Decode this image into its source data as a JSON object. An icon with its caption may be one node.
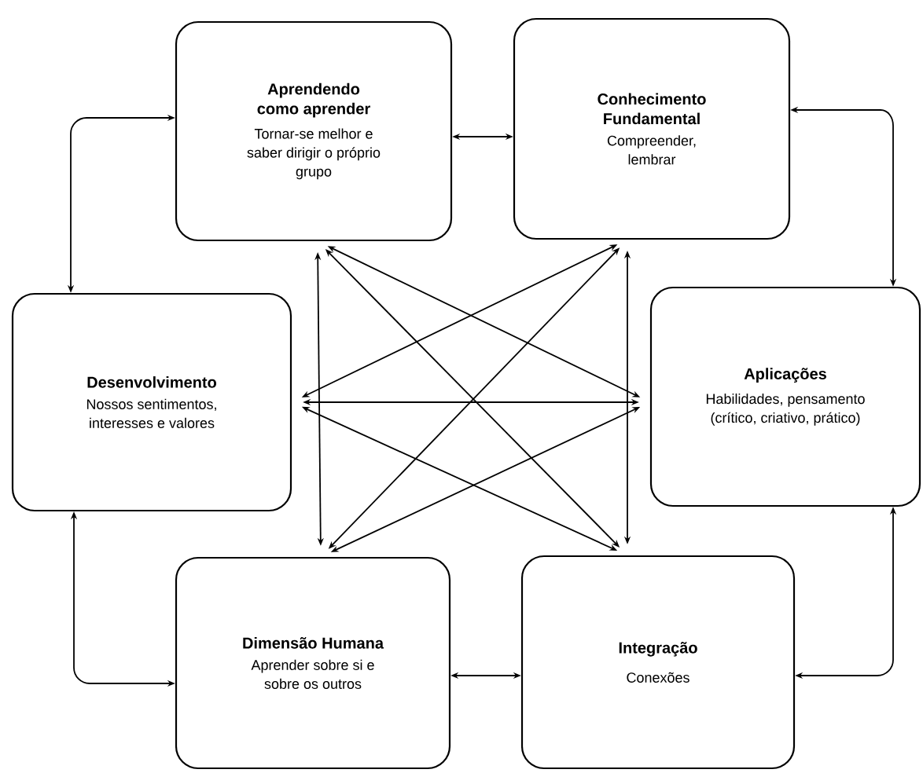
{
  "diagram": {
    "nodes": [
      {
        "text": [
          "Aprendendo como aprender",
          "Tornar-se melhor e saber dirigir o próprio grupo"
        ]
      },
      {
        "text": [
          "Conhecimento Fundamental",
          "Compreender, lembrar"
        ]
      },
      {
        "text": [
          "Desenvolvimento",
          "Nossos sentimentos, interesses e valores"
        ]
      },
      {
        "text": [
          "Aplicações",
          "Habilidades, pensamento (crítico, criativo, prático)"
        ]
      },
      {
        "text": [
          "Dimensão Humana",
          "Aprender sobre si e sobre os outros"
        ]
      },
      {
        "text": [
          "Integração",
          "Conexões"
        ]
      }
    ],
    "edges": [
      {
        "from": 0,
        "to": 1,
        "arrow": "both"
      },
      {
        "from": 1,
        "to": 3,
        "arrow": "both"
      },
      {
        "from": 3,
        "to": 5,
        "arrow": "both"
      },
      {
        "from": 5,
        "to": 4,
        "arrow": "both"
      },
      {
        "from": 4,
        "to": 2,
        "arrow": "both"
      },
      {
        "from": 2,
        "to": 0,
        "arrow": "both"
      },
      {
        "from": 0,
        "to": 4,
        "arrow": "both"
      },
      {
        "from": 1,
        "to": 5,
        "arrow": "both"
      },
      {
        "from": 2,
        "to": 3,
        "arrow": "both"
      },
      {
        "from": 0,
        "to": 3,
        "arrow": "both"
      },
      {
        "from": 0,
        "to": 5,
        "arrow": "both"
      },
      {
        "from": 1,
        "to": 2,
        "arrow": "both"
      },
      {
        "from": 1,
        "to": 4,
        "arrow": "both"
      },
      {
        "from": 2,
        "to": 5,
        "arrow": "both"
      },
      {
        "from": 3,
        "to": 4,
        "arrow": "both"
      }
    ]
  }
}
